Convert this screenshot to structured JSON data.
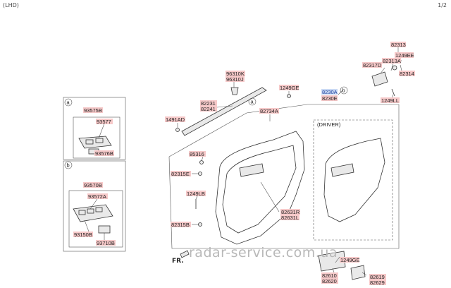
{
  "header": {
    "left": "(LHD)",
    "right": "1/2"
  },
  "labels": {
    "l82313": "82313",
    "l1249EE": "1249EE",
    "l82313A": "82313A",
    "l82317D": "82317D",
    "l82314": "82314",
    "l8230A": "8230A",
    "l8230E": "8230E",
    "l1249LL": "1249LL",
    "l1249GE_top": "1249GE",
    "l96310K": "96310K",
    "l96310J": "96310J",
    "l82231": "82231",
    "l82241": "82241",
    "l82734A": "82734A",
    "l1491AD": "1491AD",
    "l85316": "85316",
    "l82315E": "82315E",
    "l1249LB": "1249LB",
    "l82315B": "82315B",
    "l82631R": "82631R",
    "l82631L": "82631L",
    "l1249GE_bot": "1249GE",
    "l82610": "82610",
    "l82620": "82620",
    "l82619": "82619",
    "l82629": "82629",
    "l93575B": "93575B",
    "l93577": "93577",
    "l93576B": "93576B",
    "l93570B": "93570B",
    "l93572A": "93572A",
    "l93150B": "93150B",
    "l93710B": "93710B"
  },
  "callouts": {
    "a": "a",
    "b": "b"
  },
  "driver_box": "(DRIVER)",
  "direction": "FR.",
  "watermark": "radar-service.com.ua",
  "colors": {
    "label_fill": "#f6c9c9",
    "label_blue": "#c9d9f4"
  }
}
